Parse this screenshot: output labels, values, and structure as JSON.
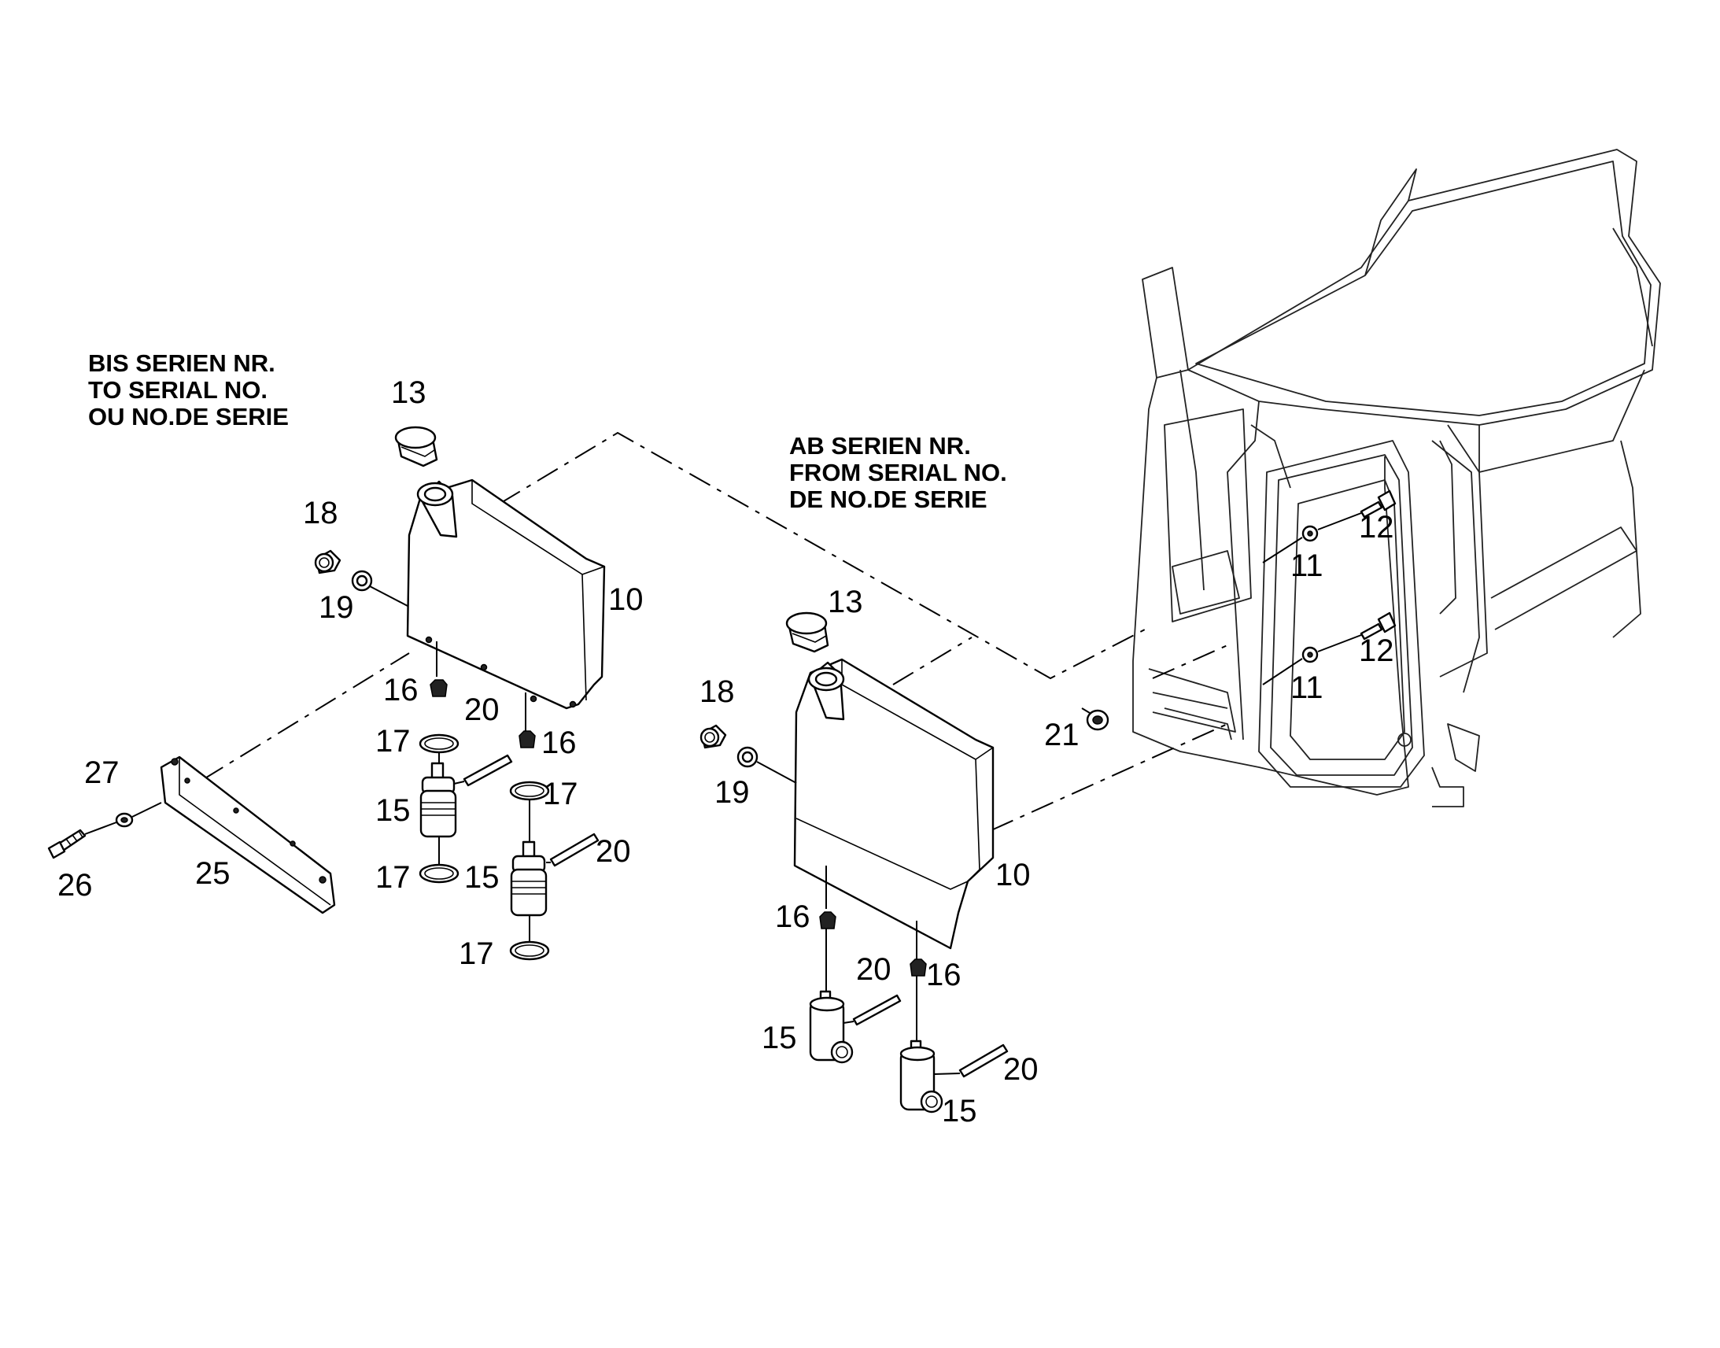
{
  "notes": {
    "left": [
      "BIS SERIEN NR.",
      "TO SERIAL NO.",
      "OU NO.DE SERIE"
    ],
    "right": [
      "AB SERIEN NR.",
      "FROM SERIAL NO.",
      "DE NO.DE SERIE"
    ]
  },
  "callouts": [
    "13",
    "18",
    "19",
    "10",
    "16",
    "20",
    "16",
    "17",
    "17",
    "15",
    "17",
    "15",
    "20",
    "17",
    "27",
    "26",
    "25",
    "13",
    "18",
    "19",
    "10",
    "16",
    "20",
    "16",
    "15",
    "20",
    "15",
    "12",
    "11",
    "12",
    "11",
    "21"
  ],
  "colors": {
    "line": "#000000",
    "background": "#ffffff",
    "cab_line": "#222222"
  }
}
